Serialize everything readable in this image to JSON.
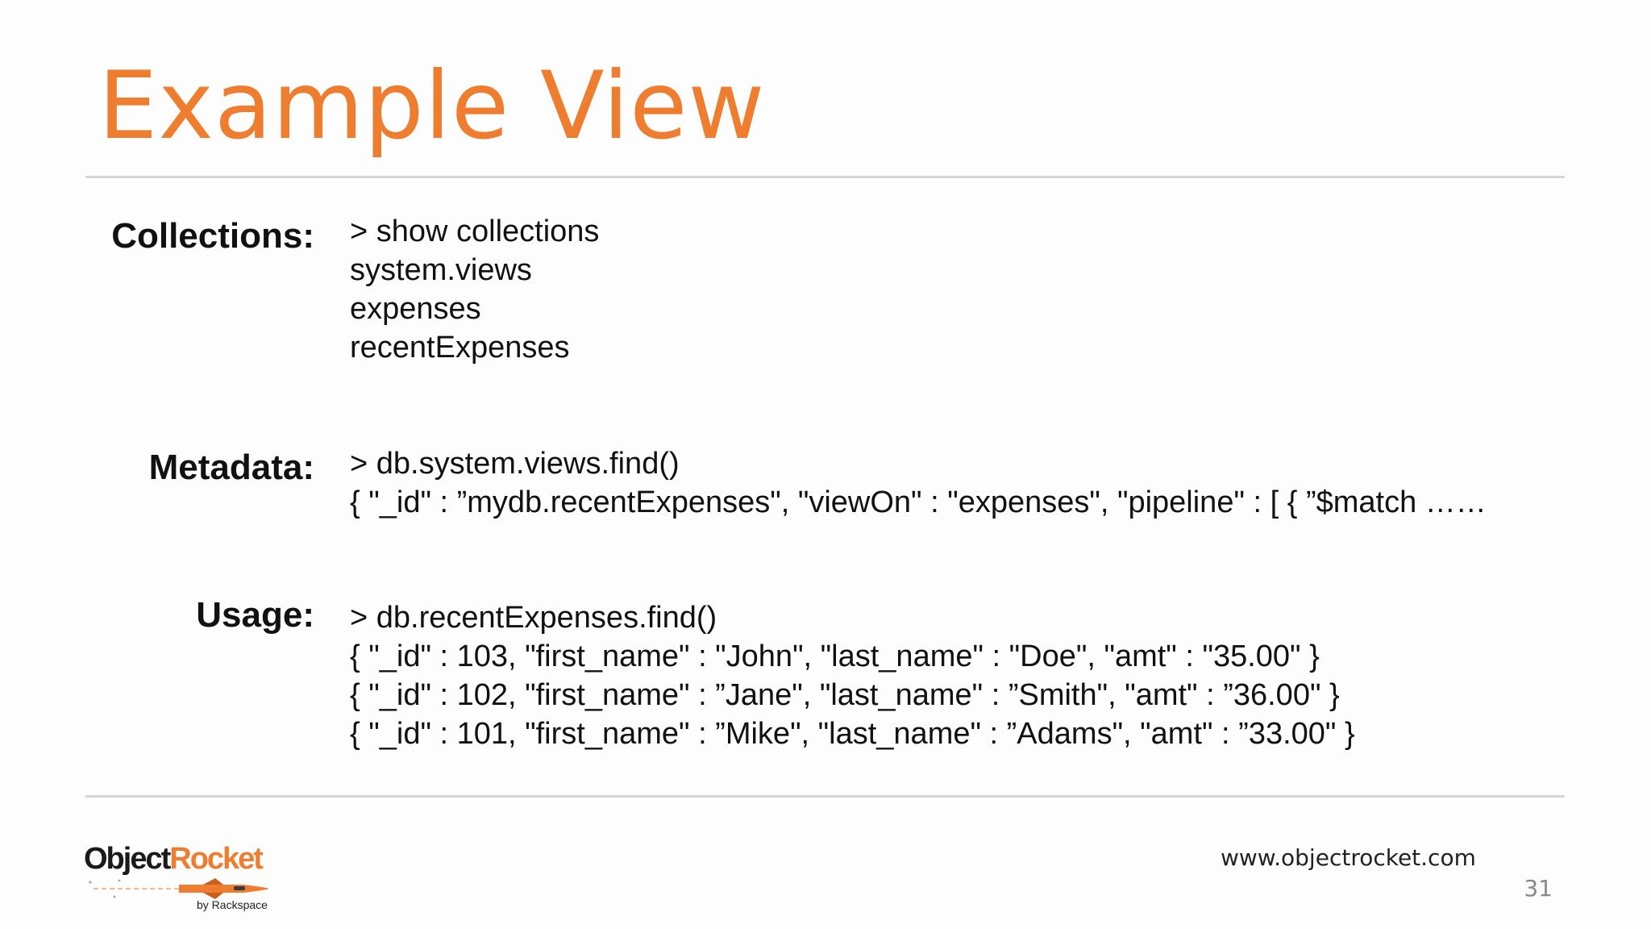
{
  "slide": {
    "title": "Example View",
    "page_number": "31",
    "website": "www.objectrocket.com"
  },
  "sections": {
    "collections": {
      "label": "Collections:",
      "lines": [
        "> show collections",
        "system.views",
        "expenses",
        "recentExpenses"
      ]
    },
    "metadata": {
      "label": "Metadata:",
      "lines": [
        "> db.system.views.find()",
        "{ \"_id\" : ”mydb.recentExpenses\", \"viewOn\" : \"expenses\", \"pipeline\" : [ { ”$match ……"
      ]
    },
    "usage": {
      "label": "Usage:",
      "lines": [
        "> db.recentExpenses.find()",
        "{ \"_id\" : 103, \"first_name\" : \"John\", \"last_name\" : \"Doe\", \"amt\" : \"35.00\" }",
        "{ \"_id\" : 102, \"first_name\" : ”Jane\", \"last_name\" : ”Smith\", \"amt\" : ”36.00\" }",
        "{ \"_id\" : 101, \"first_name\" : ”Mike\", \"last_name\" : ”Adams\", \"amt\" : ”33.00\" }"
      ]
    }
  },
  "logo": {
    "name_part1": "Object",
    "name_part2": "Rocket",
    "tagline": "by Rackspace"
  },
  "colors": {
    "accent": "#ef7d2f",
    "text": "#111111",
    "rule": "#d6d6d6"
  }
}
